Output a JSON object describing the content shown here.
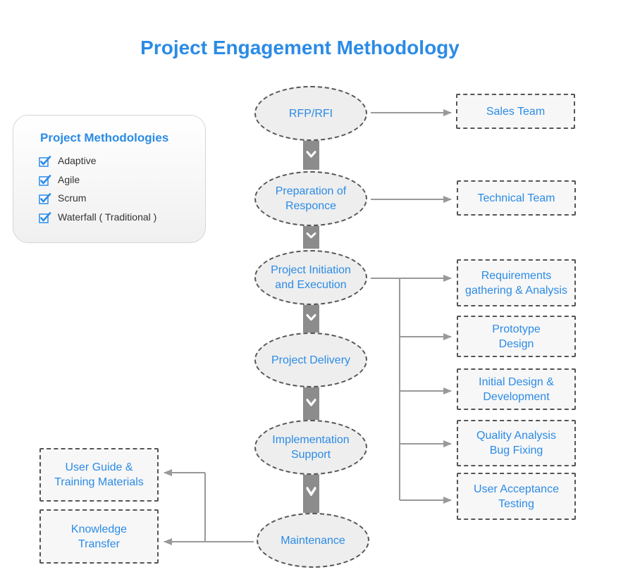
{
  "title": "Project Engagement Methodology",
  "panel": {
    "title": "Project Methodologies",
    "items": [
      "Adaptive",
      "Agile",
      "Scrum",
      "Waterfall ( Traditional )"
    ]
  },
  "steps": [
    [
      "RFP/RFI"
    ],
    [
      "Preparation of",
      "Responce"
    ],
    [
      "Project Initiation",
      "and Execution"
    ],
    [
      "Project Delivery"
    ],
    [
      "Implementation",
      "Support"
    ],
    [
      "Maintenance"
    ]
  ],
  "outputs": {
    "sales": [
      "Sales Team"
    ],
    "technical": [
      "Technical Team"
    ],
    "requirements": [
      "Requirements",
      "gathering & Analysis"
    ],
    "prototype": [
      "Prototype",
      "Design"
    ],
    "initial_design": [
      "Initial Design &",
      "Development"
    ],
    "quality": [
      "Quality Analysis",
      "Bug Fixing"
    ],
    "uat": [
      "User Acceptance",
      "Testing"
    ],
    "user_guide": [
      "User Guide &",
      "Training Materials"
    ],
    "knowledge": [
      "Knowledge",
      "Transfer"
    ]
  },
  "colors": {
    "accent": "#2b8be6",
    "connector": "#999999",
    "chevron_bar": "#8c8c8c"
  }
}
